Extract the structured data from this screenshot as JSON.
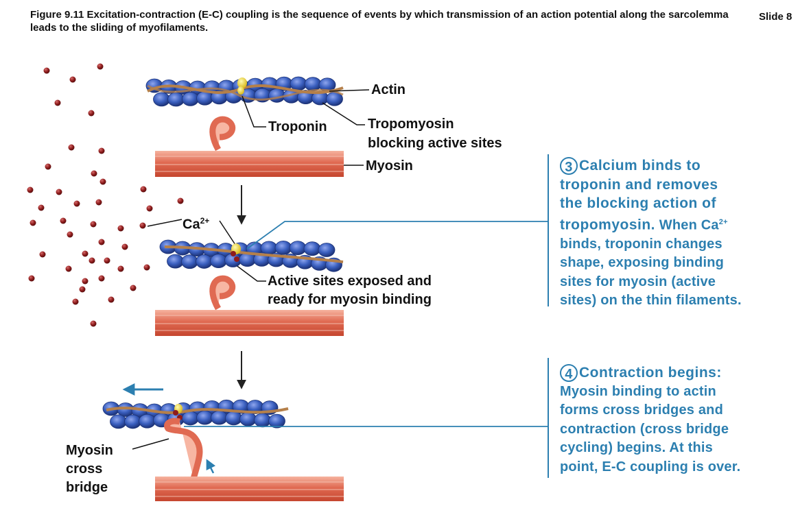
{
  "figure": {
    "caption": "Figure 9.11 Excitation-contraction (E-C) coupling is the sequence of events by which transmission of an action potential along the sarcolemma leads to the sliding of myofilaments.",
    "slide": "Slide 8"
  },
  "labels": {
    "actin": "Actin",
    "troponin": "Troponin",
    "tropomyosin_line1": "Tropomyosin",
    "tropomyosin_line2": "blocking active sites",
    "myosin": "Myosin",
    "calcium": "Ca",
    "calcium_charge": "2+",
    "active_line1": "Active sites exposed and",
    "active_line2": "ready for  myosin binding",
    "cross_bridge_line1": "Myosin",
    "cross_bridge_line2": "cross",
    "cross_bridge_line3": "bridge"
  },
  "step3": {
    "number": "3",
    "head_line1": "Calcium binds to",
    "head_line2": "troponin and removes",
    "head_line3": "the blocking action of",
    "head_line4": "tropomyosin.",
    "body_line4": "When Ca",
    "body_line4_sup": "2+",
    "body_line5": "binds, troponin changes",
    "body_line6": "shape, exposing binding",
    "body_line7": "sites for myosin (active",
    "body_line8": "sites) on the thin filaments."
  },
  "step4": {
    "number": "4",
    "head_line1": "Contraction begins:",
    "body_line2": "Myosin binding to actin",
    "body_line3": "forms cross bridges and",
    "body_line4": "contraction (cross bridge",
    "body_line5": "cycling) begins. At this",
    "body_line6": "point, E-C coupling is over."
  },
  "colors": {
    "accent_blue": "#2c7fb0",
    "actin_blue": "#3a5fbf",
    "myosin_red": "#e06a52",
    "tropomyosin": "#b5804a",
    "troponin_yellow": "#f3e04a",
    "calcium_dot": "#8e1c1c"
  }
}
